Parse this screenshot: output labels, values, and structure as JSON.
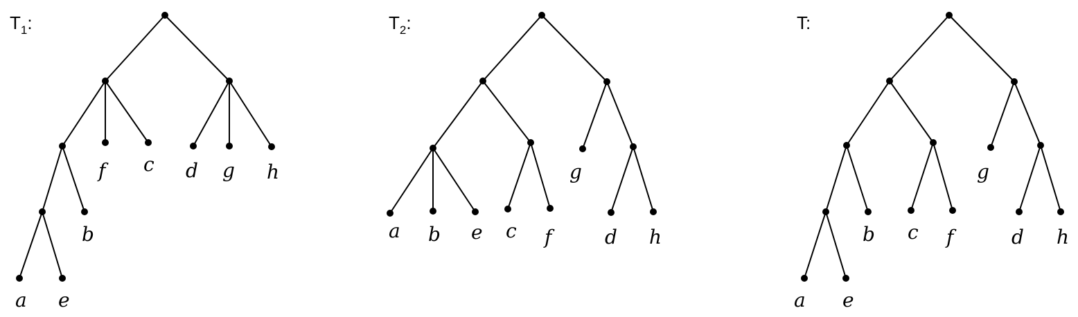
{
  "diagram": {
    "trees": [
      {
        "id": "T1",
        "title": {
          "main": "T",
          "sub": "1",
          "suffix": ":"
        },
        "leaf_labels": [
          "a",
          "e",
          "b",
          "f",
          "c",
          "d",
          "g",
          "h"
        ],
        "structure": "(((a,e),b),f,c),(d,g,h)"
      },
      {
        "id": "T2",
        "title": {
          "main": "T",
          "sub": "2",
          "suffix": ":"
        },
        "leaf_labels": [
          "a",
          "b",
          "e",
          "c",
          "f",
          "g",
          "d",
          "h"
        ],
        "structure": "((a,b,e),(c,f)),(g,(d,h))"
      },
      {
        "id": "T",
        "title": {
          "main": "T",
          "sub": "",
          "suffix": ":"
        },
        "leaf_labels": [
          "a",
          "e",
          "b",
          "c",
          "f",
          "g",
          "d",
          "h"
        ],
        "structure": "(((a,e),b),(c,f)),(g,(d,h))"
      }
    ],
    "colors": {
      "stroke": "#000000",
      "node": "#000000",
      "background": "#ffffff"
    }
  }
}
